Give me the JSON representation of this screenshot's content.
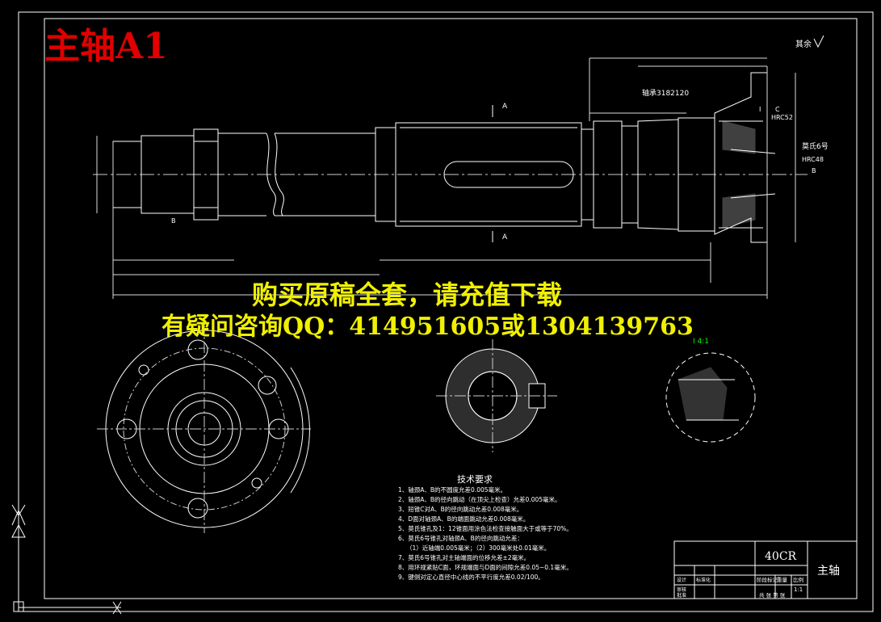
{
  "title": {
    "text": "主轴A1",
    "color": "#e00000"
  },
  "promo": {
    "line1": "购买原稿全套，请充值下载",
    "line2": "有疑问咨询QQ：414951605或1304139763",
    "color": "#f0f000"
  },
  "drawing": {
    "line_color": "#ffffff",
    "surface_finish_note": "其余",
    "bearing_label": "轴承3182120",
    "section_mark_top": "A",
    "section_mark_bottom": "A",
    "taper_upper": "莫氏6号",
    "taper_lower": "HRC48",
    "hardness_upper": "HRC52",
    "label_b_right": "B",
    "label_b_left": "B",
    "label_c": "C",
    "label_i": "I",
    "detail_scale": "I 4:1"
  },
  "tech_requirements": {
    "title": "技术要求",
    "items": [
      "1、轴颈A、B的不圆度允差0.005毫米。",
      "2、轴颈A、B的径向跳动（在顶尖上检查）允差0.005毫米。",
      "3、短锥C对A、B的径向跳动允差0.008毫米。",
      "4、D面对轴颈A、B的端面跳动允差0.008毫米。",
      "5、莫氏锥孔及1：12锥面用涂色法检查接触面大于或等于70%。",
      "6、莫氏6号锥孔对轴颈A、B的径向跳动允差：",
      "（1）近轴端0.005毫米；（2）300毫米处0.01毫米。",
      "7、莫氏6号锥孔对主轴端面的位移允差±2毫米。",
      "8、用环规紧贴C面，环规端面与D面的间隙允差0.05~0.1毫米。",
      "9、键侧对定心直径中心线的不平行度允差0.02/100。"
    ]
  },
  "title_block": {
    "material": "40CR",
    "part_name": "主轴",
    "scale": "1:1",
    "scale_label": "比例",
    "stage_label": "阶段标记",
    "weight_label": "重量",
    "sheet_label": "共 张 第 张",
    "designer_label": "设计",
    "check_label": "审核",
    "approve_label": "批准",
    "standard_label": "标准化"
  }
}
